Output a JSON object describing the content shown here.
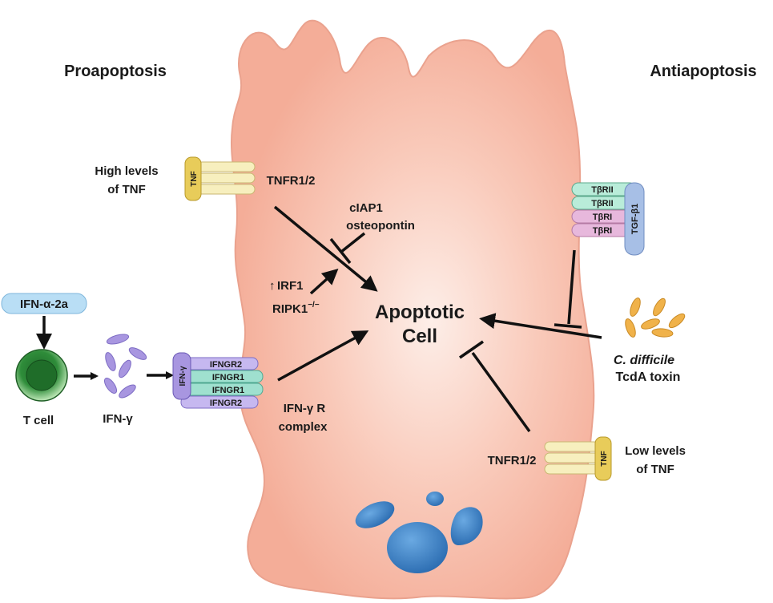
{
  "headings": {
    "proapoptosis": "Proapoptosis",
    "antiapoptosis": "Antiapoptosis"
  },
  "center": {
    "line1": "Apoptotic",
    "line2": "Cell"
  },
  "high_tnf": {
    "label_line1": "High levels",
    "label_line2": "of TNF",
    "ligand": "TNF",
    "receptor": "TNFR1/2"
  },
  "low_tnf": {
    "label_line1": "Low levels",
    "label_line2": "of TNF",
    "ligand": "TNF",
    "receptor": "TNFR1/2"
  },
  "inhibitors": {
    "line1": "cIAP1",
    "line2": "osteopontin"
  },
  "irf": {
    "irf1": "IRF1",
    "ripk1": "RIPK1",
    "ripk1_sup": "−/−"
  },
  "ifn_pathway": {
    "ifna": "IFN-α-2a",
    "t_cell": "T cell",
    "ifng": "IFN-γ",
    "ligand": "IFN-γ",
    "receptor_chains": [
      "IFNGR2",
      "IFNGR1",
      "IFNGR1",
      "IFNGR2"
    ],
    "complex_line1": "IFN-γ R",
    "complex_line2": "complex"
  },
  "tgf": {
    "ligand": "TGF-β1",
    "receptor_chains": [
      "TβRII",
      "TβRII",
      "TβRI",
      "TβRI"
    ]
  },
  "toxin": {
    "line1": "C. difficile",
    "line2": "TcdA toxin"
  },
  "colors": {
    "cell_fill": "#f6b5a3",
    "cell_center": "#fde9e2",
    "tnf_gold": "#e8cc5a",
    "tnfr_cream": "#f7efbe",
    "ifn_purple": "#a896e0",
    "ifngr_teal": "#9fe0cf",
    "tgf_blue": "#a7bfe6",
    "tbri_pink": "#e7b8dc",
    "toxin_orange": "#f0b24a",
    "nucleus_blue": "#3a7fc4",
    "tcell_green": "#2f8d3a",
    "ifna_blue": "#b9def5"
  }
}
